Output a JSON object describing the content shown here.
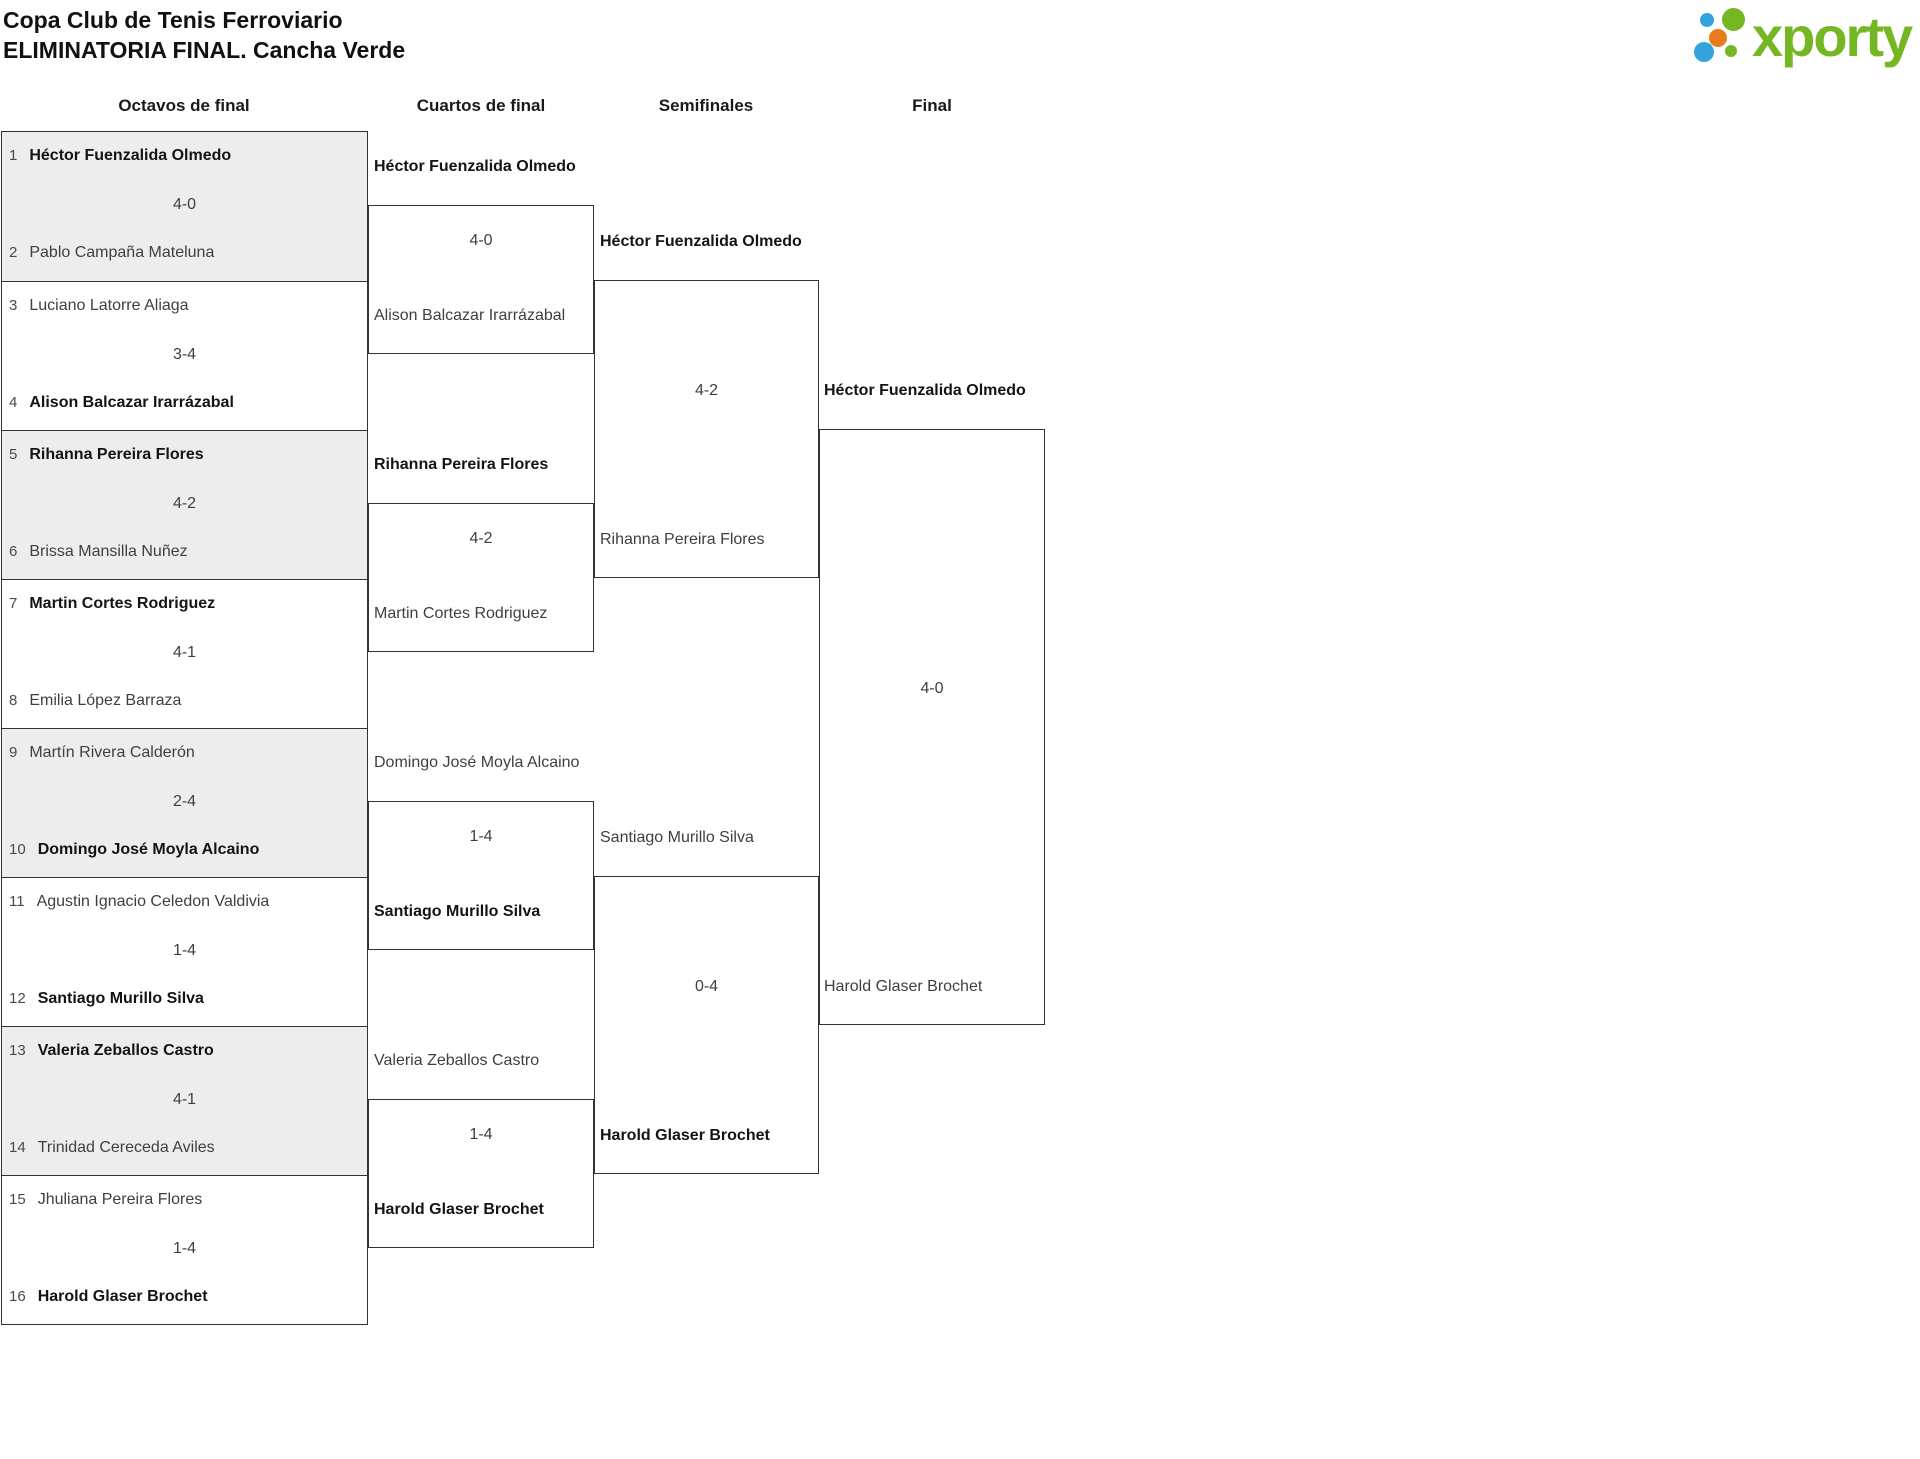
{
  "title": {
    "line1": "Copa Club de Tenis Ferroviario",
    "line2": "ELIMINATORIA FINAL. Cancha Verde"
  },
  "logo": {
    "brand": "xporty"
  },
  "round_headers": [
    "Octavos de final",
    "Cuartos de final",
    "Semifinales",
    "Final"
  ],
  "colors": {
    "brand_green": "#74b723",
    "brand_blue": "#33a3dc",
    "brand_orange": "#e87b1a",
    "bracket_border": "#333333",
    "alt_row_bg": "#ededed"
  },
  "octavos": [
    {
      "seed1": "1",
      "p1": {
        "name": "Héctor Fuenzalida Olmedo",
        "winner": true
      },
      "score": "4-0",
      "seed2": "2",
      "p2": {
        "name": "Pablo Campaña Mateluna",
        "winner": false
      }
    },
    {
      "seed1": "3",
      "p1": {
        "name": "Luciano Latorre Aliaga",
        "winner": false
      },
      "score": "3-4",
      "seed2": "4",
      "p2": {
        "name": "Alison Balcazar Irarrázabal",
        "winner": true
      }
    },
    {
      "seed1": "5",
      "p1": {
        "name": "Rihanna Pereira Flores",
        "winner": true
      },
      "score": "4-2",
      "seed2": "6",
      "p2": {
        "name": "Brissa Mansilla Nuñez",
        "winner": false
      }
    },
    {
      "seed1": "7",
      "p1": {
        "name": "Martin Cortes Rodriguez",
        "winner": true
      },
      "score": "4-1",
      "seed2": "8",
      "p2": {
        "name": "Emilia López Barraza",
        "winner": false
      }
    },
    {
      "seed1": "9",
      "p1": {
        "name": "Martín Rivera Calderón",
        "winner": false
      },
      "score": "2-4",
      "seed2": "10",
      "p2": {
        "name": "Domingo José Moyla Alcaino",
        "winner": true
      }
    },
    {
      "seed1": "11",
      "p1": {
        "name": "Agustin Ignacio Celedon Valdivia",
        "winner": false
      },
      "score": "1-4",
      "seed2": "12",
      "p2": {
        "name": "Santiago Murillo Silva",
        "winner": true
      }
    },
    {
      "seed1": "13",
      "p1": {
        "name": "Valeria Zeballos Castro",
        "winner": true
      },
      "score": "4-1",
      "seed2": "14",
      "p2": {
        "name": "Trinidad Cereceda Aviles",
        "winner": false
      }
    },
    {
      "seed1": "15",
      "p1": {
        "name": "Jhuliana Pereira Flores",
        "winner": false
      },
      "score": "1-4",
      "seed2": "16",
      "p2": {
        "name": "Harold Glaser Brochet",
        "winner": true
      }
    }
  ],
  "cuartos": [
    {
      "p1": {
        "name": "Héctor Fuenzalida Olmedo",
        "winner": true
      },
      "score": "4-0",
      "p2": {
        "name": "Alison Balcazar Irarrázabal",
        "winner": false
      }
    },
    {
      "p1": {
        "name": "Rihanna Pereira Flores",
        "winner": true
      },
      "score": "4-2",
      "p2": {
        "name": "Martin Cortes Rodriguez",
        "winner": false
      }
    },
    {
      "p1": {
        "name": "Domingo José Moyla Alcaino",
        "winner": false
      },
      "score": "1-4",
      "p2": {
        "name": "Santiago Murillo Silva",
        "winner": true
      }
    },
    {
      "p1": {
        "name": "Valeria Zeballos Castro",
        "winner": false
      },
      "score": "1-4",
      "p2": {
        "name": "Harold Glaser Brochet",
        "winner": true
      }
    }
  ],
  "semifinales": [
    {
      "p1": {
        "name": "Héctor Fuenzalida Olmedo",
        "winner": true
      },
      "score": "4-2",
      "p2": {
        "name": "Rihanna Pereira Flores",
        "winner": false
      }
    },
    {
      "p1": {
        "name": "Santiago Murillo Silva",
        "winner": false
      },
      "score": "0-4",
      "p2": {
        "name": "Harold Glaser Brochet",
        "winner": true
      }
    }
  ],
  "final": [
    {
      "p1": {
        "name": "Héctor Fuenzalida Olmedo",
        "winner": true
      },
      "score": "4-0",
      "p2": {
        "name": "Harold Glaser Brochet",
        "winner": false
      }
    }
  ]
}
